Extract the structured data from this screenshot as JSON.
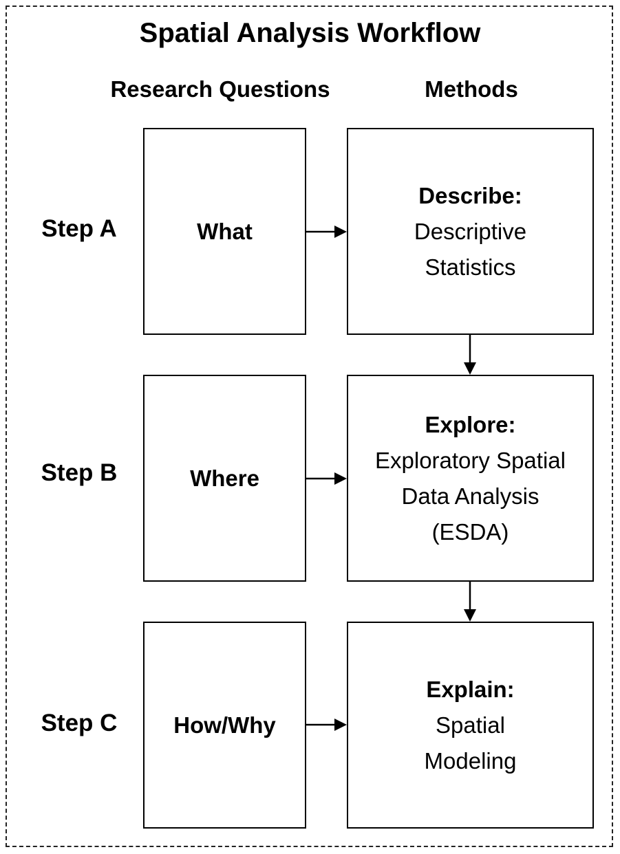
{
  "title": "Spatial Analysis Workflow",
  "columns": {
    "questions": "Research Questions",
    "methods": "Methods"
  },
  "steps": [
    {
      "step": "Step A",
      "question": "What",
      "method_head": "Describe:",
      "method_body": "Descriptive\nStatistics"
    },
    {
      "step": "Step B",
      "question": "Where",
      "method_head": "Explore:",
      "method_body": "Exploratory Spatial\nData Analysis\n(ESDA)"
    },
    {
      "step": "Step C",
      "question": "How/Why",
      "method_head": "Explain:",
      "method_body": "Spatial\nModeling"
    }
  ]
}
